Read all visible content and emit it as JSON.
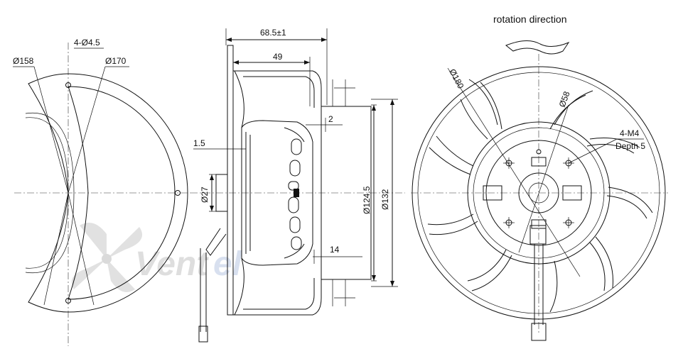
{
  "annotations": {
    "rotation_direction": "rotation direction",
    "dia_158": "Ø158",
    "holes_4x4_5": "4-Ø4.5",
    "dia_170": "Ø170",
    "overall_68_5": "68.5±1",
    "depth_49": "49",
    "dim_2": "2",
    "dim_1_5": "1.5",
    "dia_27": "Ø27",
    "dia_124_5": "Ø124.5",
    "dia_132": "Ø132",
    "dim_14": "14",
    "dia_180": "Ø180",
    "dia_58": "Ø58",
    "thread_4_m4": "4-M4",
    "thread_depth": "Depth 5"
  },
  "watermark": {
    "brand": "Vent"
  },
  "colors": {
    "line": "#111111",
    "watermark": "#c9c9c9",
    "watermark_blue": "#b9c8e2"
  }
}
